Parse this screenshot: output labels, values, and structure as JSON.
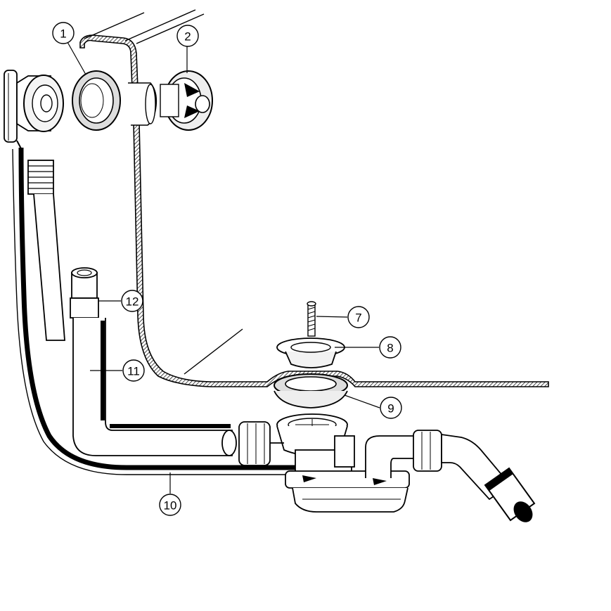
{
  "callouts": {
    "c1": "1",
    "c2": "2",
    "c7": "7",
    "c8": "8",
    "c9": "9",
    "c10": "10",
    "c11": "11",
    "c12": "12"
  },
  "colors": {
    "line": "#000000",
    "paper": "#ffffff",
    "shade": "#9a9a9a"
  }
}
